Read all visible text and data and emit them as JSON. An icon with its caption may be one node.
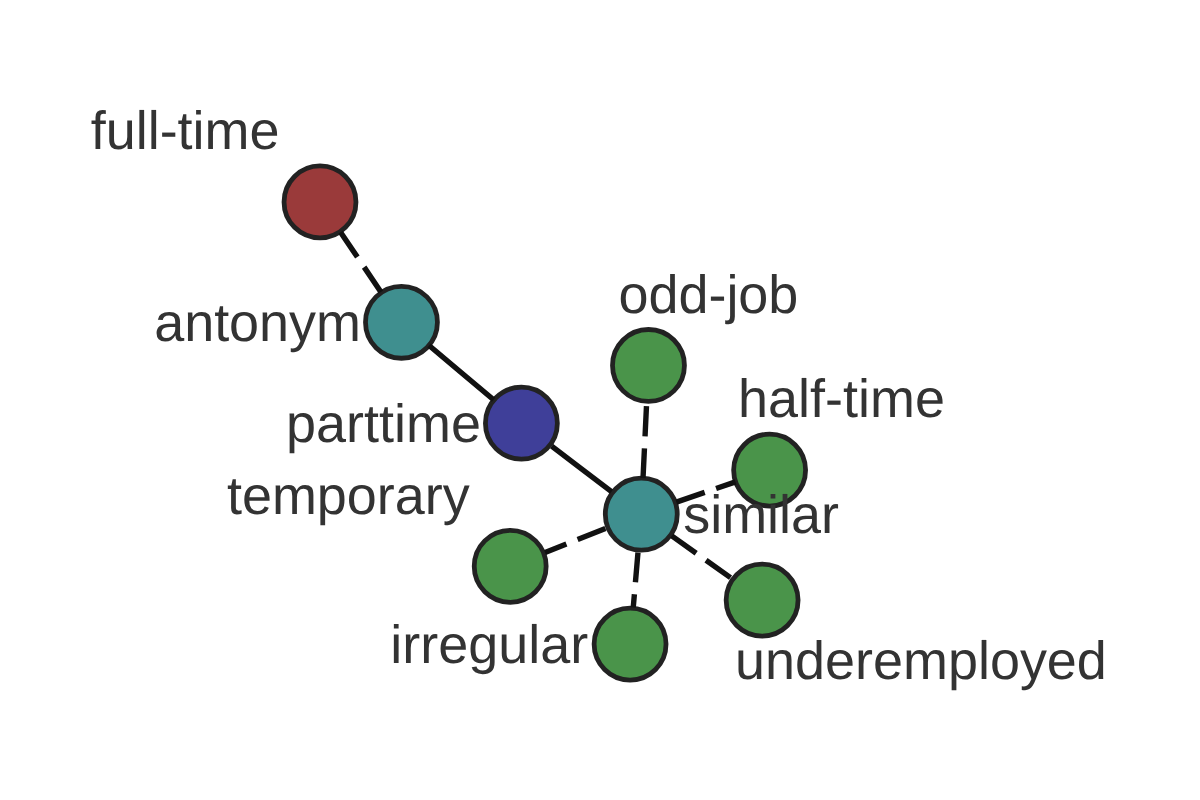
{
  "diagram": {
    "nodes": [
      {
        "text": [],
        "shape": "circle",
        "beside": [
          "irregular"
        ]
      },
      {
        "text": [],
        "shape": "circle",
        "beside": [
          "full-time"
        ]
      },
      {
        "text": [],
        "shape": "circle",
        "beside": [
          "half-time"
        ]
      },
      {
        "text": [],
        "shape": "circle",
        "beside": [
          "temporary"
        ]
      },
      {
        "text": [],
        "shape": "circle",
        "beside": [
          "antonym"
        ]
      },
      {
        "text": [],
        "shape": "circle",
        "beside": [
          "similar"
        ]
      },
      {
        "text": [],
        "shape": "circle",
        "beside": [
          "underemployed"
        ]
      },
      {
        "text": [],
        "shape": "circle",
        "beside": [
          "parttime"
        ]
      },
      {
        "text": [],
        "shape": "circle",
        "beside": [
          "odd-job"
        ]
      }
    ],
    "edges": [
      {
        "from": 7,
        "to": 4,
        "arrow": "none"
      },
      {
        "from": 7,
        "to": 5,
        "arrow": "none"
      },
      {
        "from": 4,
        "to": 1,
        "arrow": "none",
        "style": "dashed"
      },
      {
        "from": 5,
        "to": 0,
        "arrow": "none",
        "style": "dashed"
      },
      {
        "from": 5,
        "to": 3,
        "arrow": "none",
        "style": "dashed"
      },
      {
        "from": 5,
        "to": 2,
        "arrow": "none",
        "style": "dashed"
      },
      {
        "from": 5,
        "to": 6,
        "arrow": "none",
        "style": "dashed"
      },
      {
        "from": 5,
        "to": 8,
        "arrow": "none",
        "style": "dashed"
      }
    ]
  }
}
